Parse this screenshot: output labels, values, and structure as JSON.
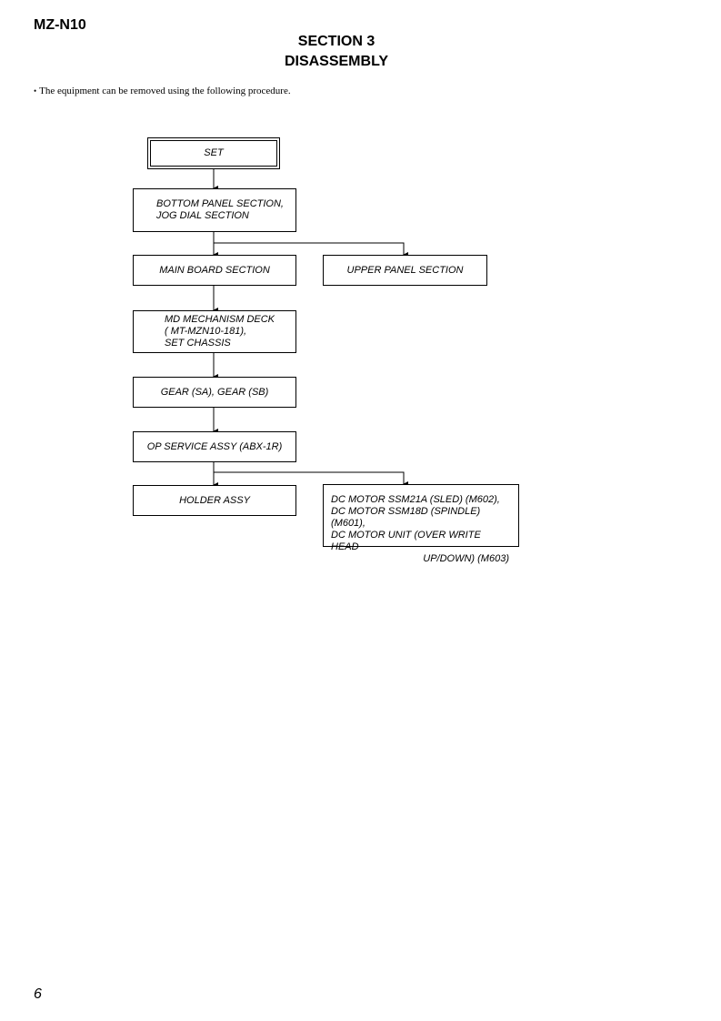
{
  "header": {
    "model": "MZ-N10"
  },
  "title": {
    "line1": "SECTION  3",
    "line2": "DISASSEMBLY"
  },
  "intro": {
    "bullet": "•",
    "text": "The equipment can be removed using the following procedure."
  },
  "flowchart": {
    "set": "SET",
    "bottom_panel": [
      "BOTTOM PANEL SECTION,",
      "JOG DIAL SECTION"
    ],
    "main_board": "MAIN BOARD SECTION",
    "upper_panel": "UPPER PANEL SECTION",
    "md_mechanism": [
      "MD MECHANISM DECK",
      "( MT-MZN10-181),",
      "SET CHASSIS"
    ],
    "gear": "GEAR (SA), GEAR (SB)",
    "op_service": "OP SERVICE ASSY (ABX-1R)",
    "holder": "HOLDER ASSY",
    "dc_motor": [
      "DC MOTOR SSM21A (SLED) (M602),",
      "DC MOTOR SSM18D (SPINDLE) (M601),",
      "DC MOTOR UNIT (OVER WRITE HEAD",
      "UP/DOWN) (M603)"
    ]
  },
  "footer": {
    "page_number": "6"
  }
}
